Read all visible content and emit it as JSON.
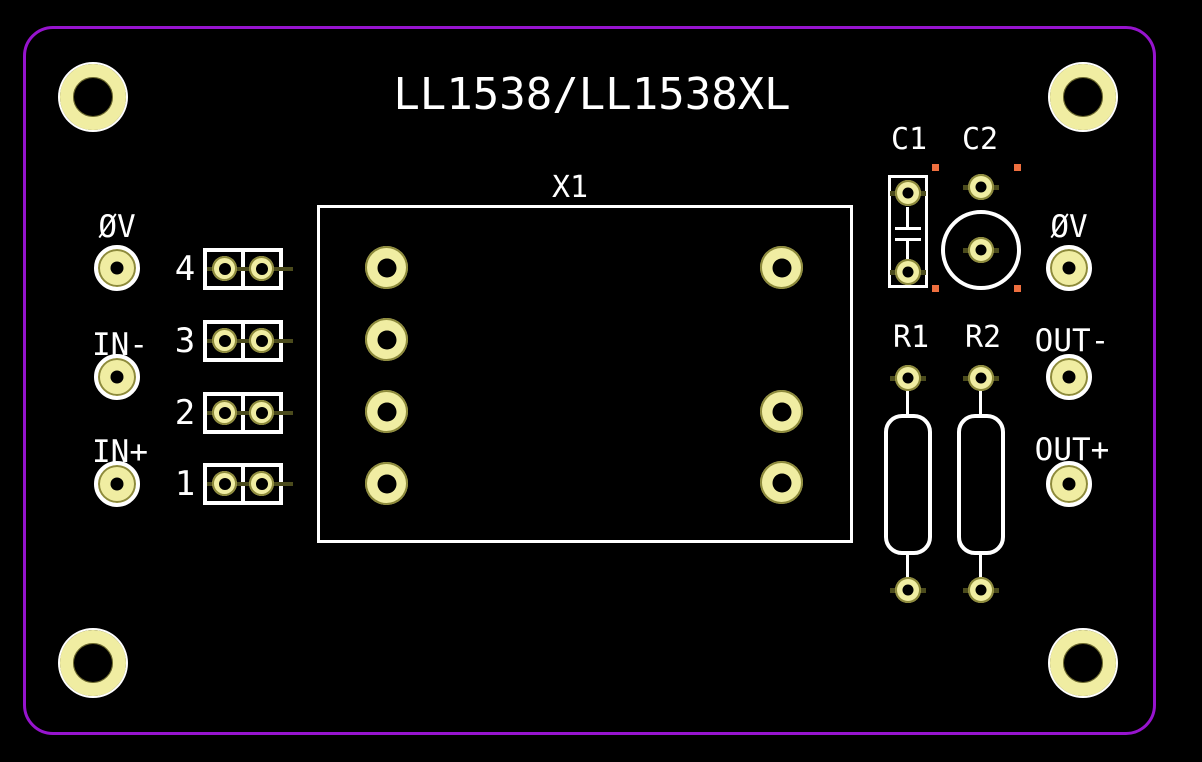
{
  "title": "LL1538/LL1538XL",
  "components": {
    "x1": "X1",
    "c1": "C1",
    "c2": "C2",
    "r1": "R1",
    "r2": "R2"
  },
  "left_labels": {
    "zero_v": "ØV",
    "in_minus": "IN-",
    "in_plus": "IN+"
  },
  "right_labels": {
    "zero_v": "ØV",
    "out_minus": "OUT-",
    "out_plus": "OUT+"
  },
  "jumper_numbers": [
    "4",
    "3",
    "2",
    "1"
  ],
  "colors": {
    "background": "#000000",
    "board_outline": "#9714CE",
    "silkscreen": "#FFFFFF",
    "pad": "#F0EDA2",
    "pad_edge": "#8D8A3C",
    "trace": "#4B4B1C",
    "origin_mark": "#EE6F3F"
  }
}
